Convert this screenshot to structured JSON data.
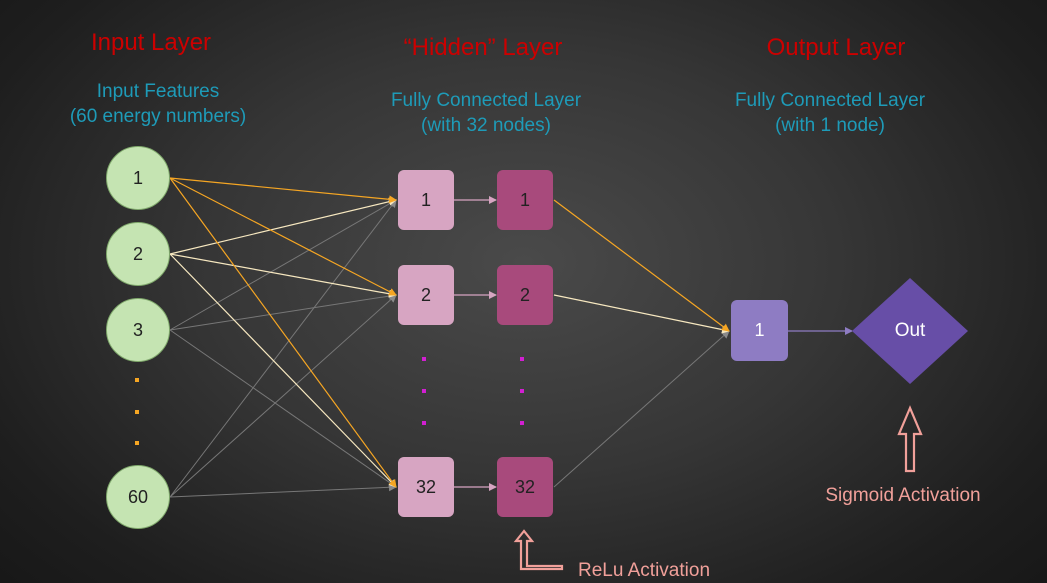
{
  "layers": {
    "input": {
      "title": "Input Layer",
      "subtitle_1": "Input Features",
      "subtitle_2": "(60 energy numbers)"
    },
    "hidden": {
      "title": "“Hidden” Layer",
      "subtitle_1": "Fully Connected Layer",
      "subtitle_2": "(with 32 nodes)"
    },
    "output": {
      "title": "Output Layer",
      "subtitle_1": "Fully Connected Layer",
      "subtitle_2": "(with 1 node)"
    }
  },
  "input_nodes": [
    "1",
    "2",
    "3",
    "60"
  ],
  "hidden_nodes": [
    "1",
    "2",
    "32"
  ],
  "relu_nodes": [
    "1",
    "2",
    "32"
  ],
  "output_node": "1",
  "final_node": "Out",
  "annotations": {
    "relu": "ReLu Activation",
    "sigmoid": "Sigmoid Activation"
  },
  "colors": {
    "title": "#cc0000",
    "subtitle": "#1e9bb8",
    "annotation": "#f1a09a",
    "input_node": "#c5e4b2",
    "hidden_node": "#d7a5c2",
    "relu_node": "#a84a7c",
    "output_node": "#8e7cc3",
    "final_node": "#674ea7",
    "edge_highlight": "#f6a623",
    "edge_light": "#f7e8c0",
    "edge_dim": "#777777"
  }
}
